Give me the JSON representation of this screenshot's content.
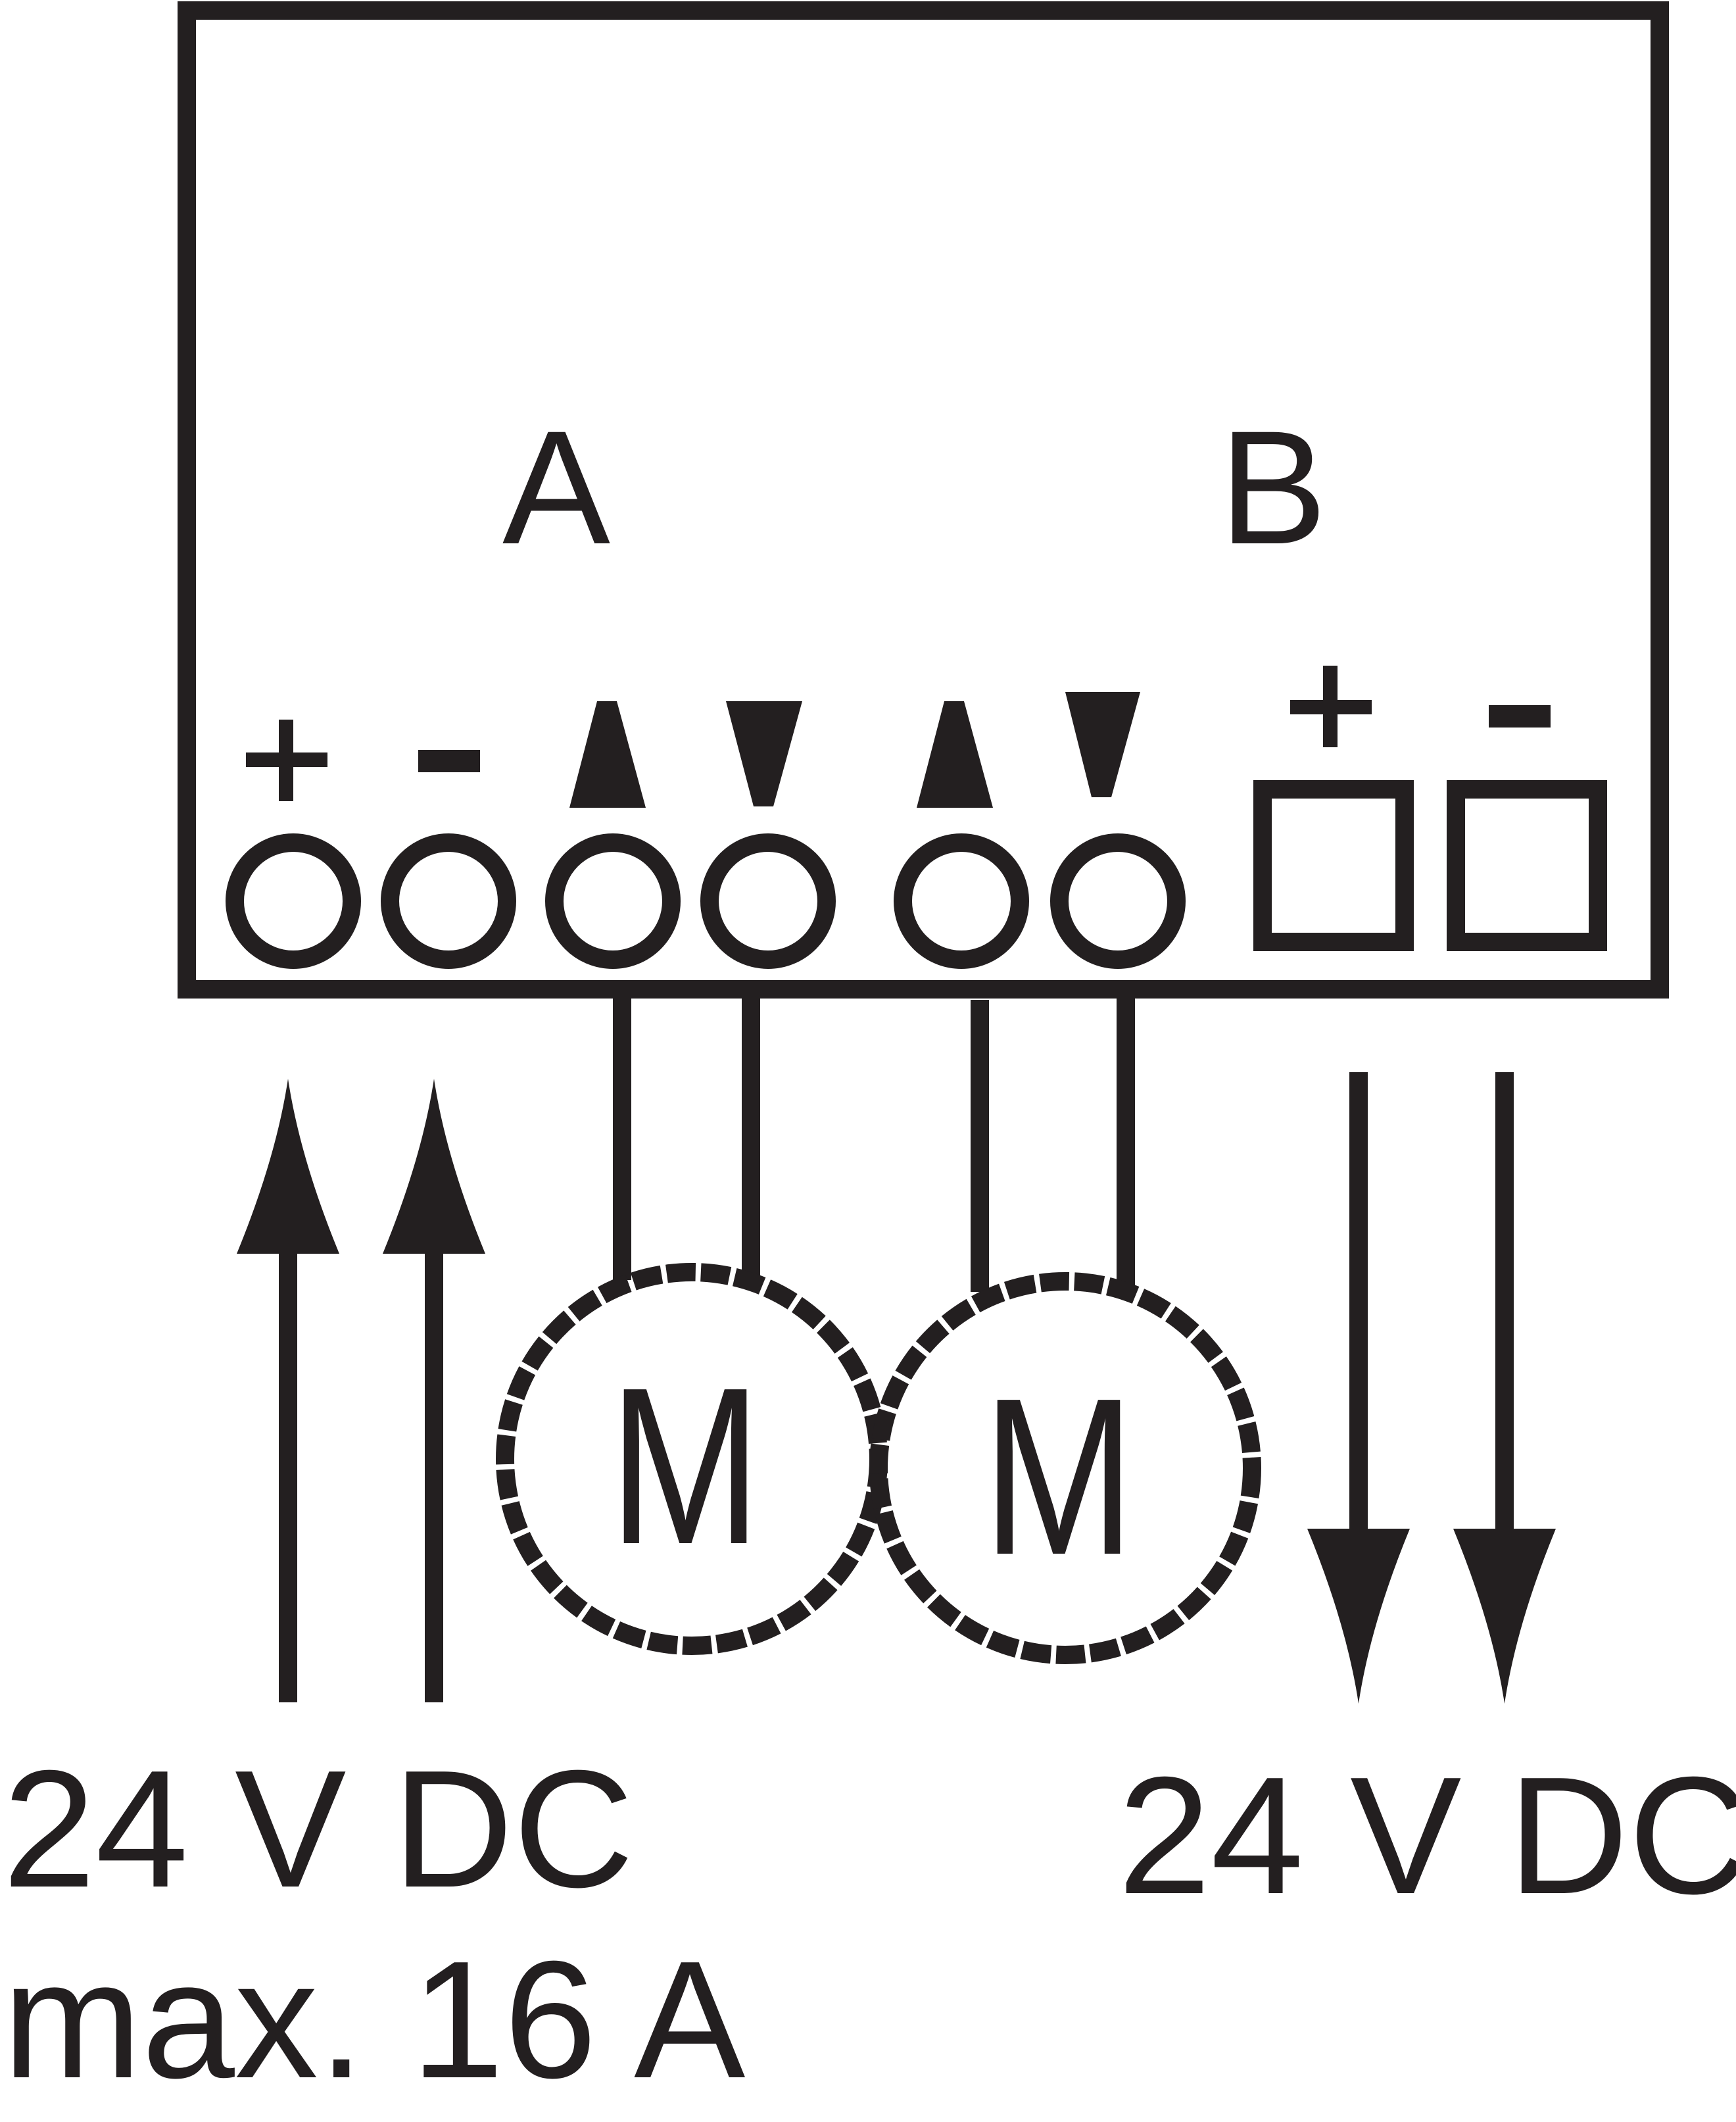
{
  "diagram": {
    "colors": {
      "line": "#231f20",
      "background": "#ffffff"
    },
    "channel_labels": {
      "a": "A",
      "b": "B"
    },
    "terminal_symbols": {
      "plus_left": "+",
      "minus_left": "–",
      "plus_right": "+",
      "minus_right": "–",
      "arrows": [
        "up-triangle-icon",
        "down-triangle-icon",
        "up-triangle-icon",
        "down-triangle-icon"
      ]
    },
    "motors": [
      {
        "label": "M"
      },
      {
        "label": "M"
      }
    ],
    "input": {
      "voltage": "24 V DC",
      "current": "max. 16 A",
      "arrow_direction": "up"
    },
    "output": {
      "voltage": "24 V DC",
      "arrow_direction": "down"
    }
  }
}
